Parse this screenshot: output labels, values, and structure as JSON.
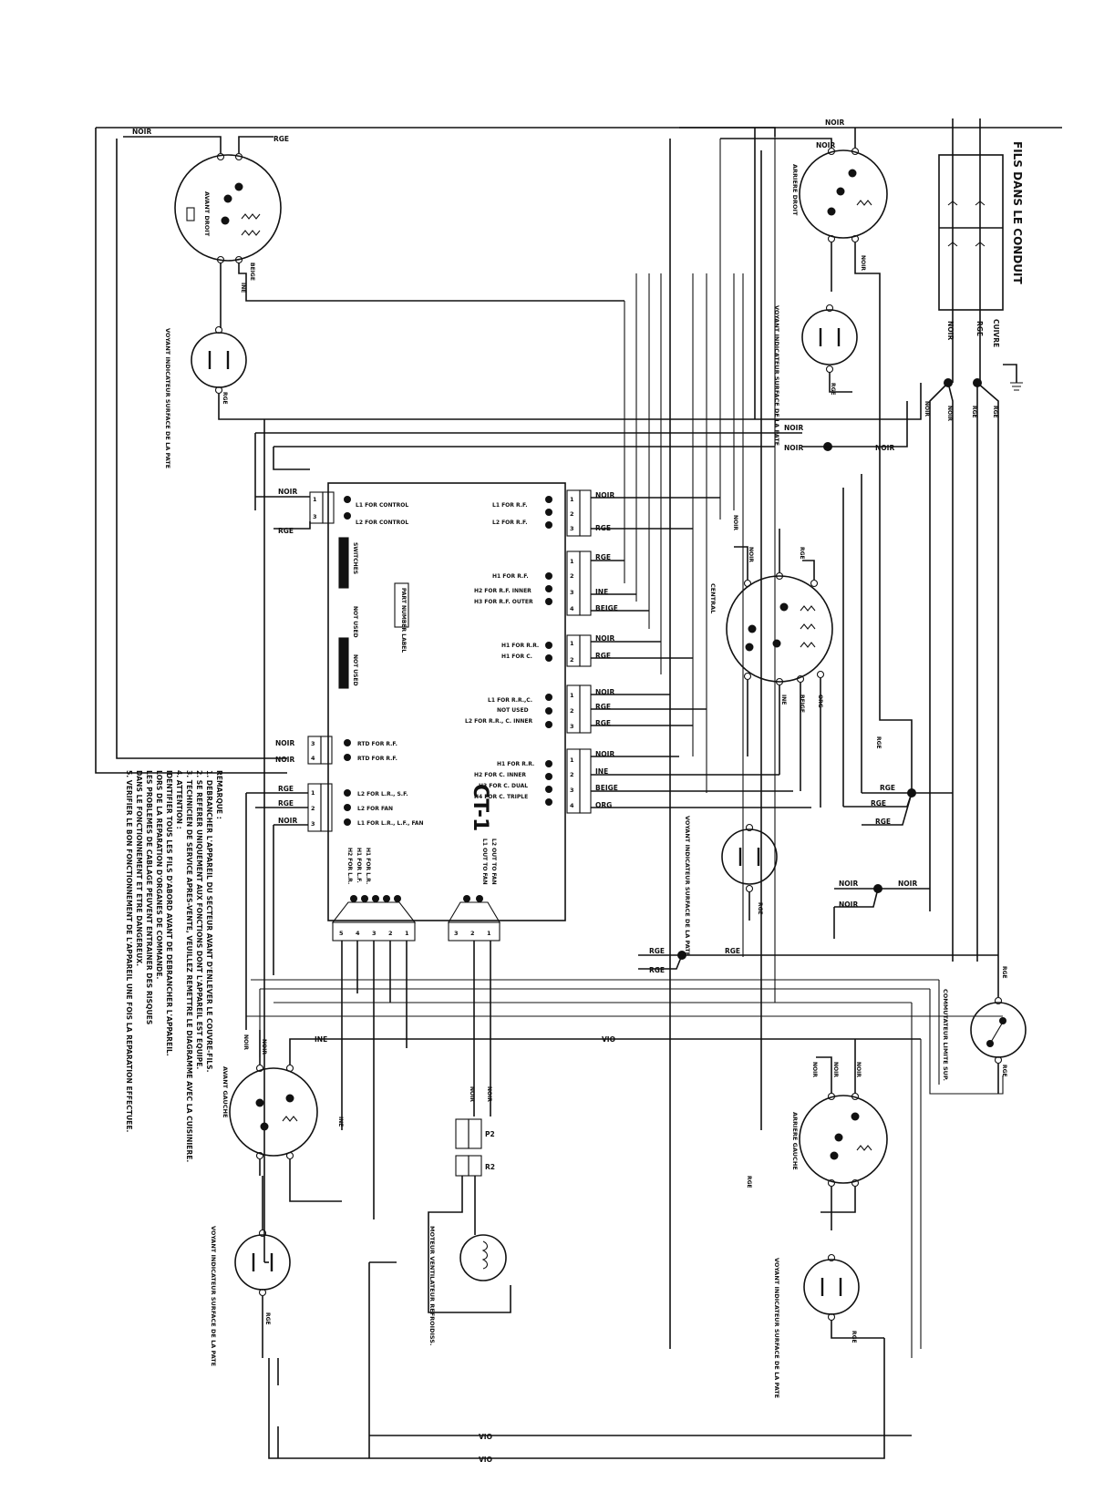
{
  "board": {
    "id": "CT-1",
    "connectors": [
      {
        "id": "P1",
        "pins": [
          "1",
          "3"
        ],
        "labels": [
          "L1 FOR CONTROL",
          "L2 FOR CONTROL"
        ],
        "wires": [
          "NOIR",
          "RGE"
        ]
      },
      {
        "id": "P6",
        "pins": [
          "1",
          "2",
          "3"
        ],
        "labels": [
          "L1 FOR R.F.",
          "L2 FOR R.F."
        ],
        "wires": [
          "NOIR",
          "RGE"
        ]
      },
      {
        "id": "P7",
        "pins": [
          "1",
          "2",
          "3",
          "4"
        ],
        "labels": [
          "H1 FOR R.F.",
          "H2 FOR R.F. INNER",
          "H3 FOR R.F. OUTER"
        ],
        "wires": [
          "RGE",
          "INE",
          "BEIGE"
        ]
      },
      {
        "id": "P4",
        "pins": [
          "1",
          "2"
        ],
        "labels": [
          "H1 FOR R.R.",
          "H1 FOR C."
        ],
        "wires": [
          "NOIR",
          "RGE"
        ]
      },
      {
        "id": "P5",
        "pins": [
          "1",
          "2",
          "3"
        ],
        "labels": [
          "L1 FOR R.R.,C.",
          "NOT USED",
          "L2 FOR R.R., C. INNER"
        ],
        "wires": [
          "NOIR",
          "RGE",
          "RGE"
        ]
      },
      {
        "id": "P8",
        "pins": [
          "1",
          "2",
          "3",
          "4"
        ],
        "labels": [
          "H1 FOR R.R.",
          "H2 FOR C. INNER",
          "H3 FOR C. DUAL",
          "H4 FOR C. TRIPLE"
        ],
        "wires": [
          "NOIR",
          "INE",
          "BEIGE",
          "ORG"
        ]
      },
      {
        "id": "P3",
        "pins": [
          "3",
          "4"
        ],
        "labels": [
          "RTD FOR R.F.",
          "RTD FOR R.F."
        ],
        "wires": [
          "NOIR",
          "NOIR"
        ]
      },
      {
        "id": "P2",
        "pins": [
          "1",
          "2",
          "3"
        ],
        "labels": [
          "L2 FOR L.R., S.F.",
          "L2 FOR FAN",
          "L1 FOR L.R., L.F., FAN"
        ],
        "wires": [
          "RGE",
          "RGE",
          "NOIR"
        ]
      },
      {
        "id": "P9",
        "pins": [
          "1",
          "2",
          "3",
          "4",
          "5"
        ],
        "labels": [
          "H1 FOR L.R.",
          "H1 FOR L.F.",
          "H2 FOR L.R."
        ]
      },
      {
        "id": "P12",
        "pins": [
          "1",
          "2",
          "3"
        ],
        "labels": [
          "L2 OUT TO FAN",
          "L1 OUT TO FAN"
        ]
      }
    ],
    "internal_labels": [
      "SWITCHES",
      "NOT USED",
      "NOT USED",
      "PART NUMBER LABEL"
    ]
  },
  "elements": {
    "front_right": "AVANT DROIT",
    "rear_right": "ARRIERE DROIT",
    "center": "CENTRAL",
    "front_left": "AVANT GAUCHE",
    "rear_left": "ARRIERE GAUCHE",
    "indicator": "VOYANT INDICATEUR SURFACE DE LA PATE",
    "limit_switch": "COMMUTATEUR LIMITE SUP.",
    "fan_motor": "MOTEUR VENTILATEUR REFROIDISS.",
    "conduit": "FILS DANS LE CONDUIT",
    "copper": "CUIVRE"
  },
  "wire_colors": [
    "NOIR",
    "RGE",
    "INE",
    "BEIGE",
    "ORG",
    "VIO"
  ],
  "plug": {
    "p2": "P2",
    "r2": "R2"
  },
  "notes": {
    "heading": "REMARQUE :",
    "items": [
      "1. DEBRANCHER L'APPAREIL DU SECTEUR AVANT D'ENLEVER LE COUVRE-FILS.",
      "2. SE REFERER UNIQUEMENT AUX FONCTIONS DONT L'APPAREIL EST EQUIPE.",
      "3. TECHNICIEN DE SERVICE APRES-VENTE, VEUILLEZ REMETTRE LE DIAGRAMME AVEC LA CUISINIERE.",
      "4. ATTENTION :",
      "IDENTIFIER TOUS LES FILS D'ABORD AVANT DE DEBRANCHER L'APPAREIL.",
      "LORS DE LA REPARATION D'ORGANES DE COMMANDE.",
      "LES PROBLEMES DE CABLAGE PEUVENT ENTRAINER DES RISQUES",
      "DANS LE FONCTIONNEMENT ET ETRE DANGEREUX.",
      "5. VERIFIER LE BON FONCTIONNEMENT DE L'APPAREIL UNE FOIS LA REPARATION EFFECTUEE."
    ]
  }
}
